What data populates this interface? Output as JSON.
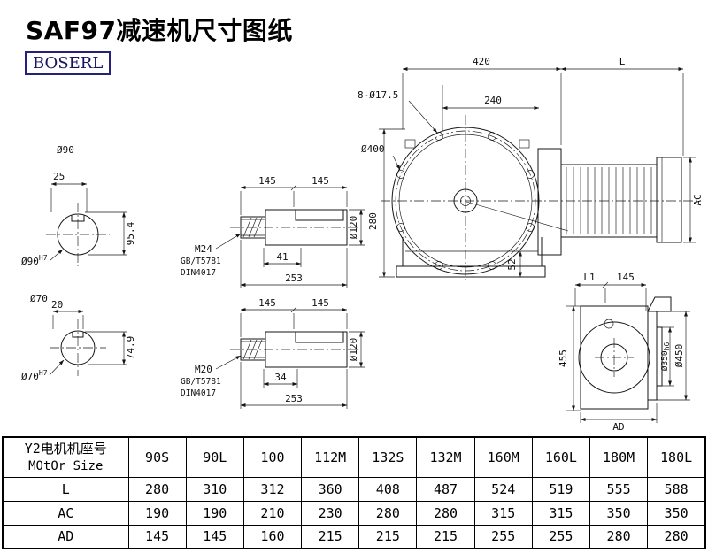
{
  "header": {
    "title": "SAF97减速机尺寸图纸",
    "brand": "BOSERL"
  },
  "sec90": {
    "dia": "Ø90",
    "w": "25",
    "h": "95.4",
    "bore": "Ø90",
    "tol": "H7"
  },
  "sec70": {
    "dia": "Ø70",
    "w": "20",
    "h": "74.9",
    "bore": "Ø70",
    "tol": "H7"
  },
  "shaft1": {
    "a": "145",
    "b": "145",
    "dia": "Ø120",
    "thread": "M24",
    "std1": "GB/T5781",
    "std2": "DIN4017",
    "l1": "41",
    "l2": "253"
  },
  "shaft2": {
    "a": "145",
    "b": "145",
    "dia": "Ø120",
    "thread": "M20",
    "std1": "GB/T5781",
    "std2": "DIN4017",
    "l1": "34",
    "l2": "253"
  },
  "main": {
    "w": "420",
    "L": "L",
    "holes": "8-Ø17.5",
    "c": "240",
    "flange": "Ø400",
    "h": "280",
    "foot": "52",
    "ac": "AC",
    "l1": "L1",
    "p": "145"
  },
  "side": {
    "h": "455",
    "spigot": "Ø350",
    "spigot_tol": "h6",
    "flange": "Ø450",
    "ad": "AD"
  },
  "table": {
    "head1": "Y2电机机座号",
    "head2": "MOtOr Size",
    "cols": [
      "90S",
      "90L",
      "100",
      "112M",
      "132S",
      "132M",
      "160M",
      "160L",
      "180M",
      "180L"
    ],
    "rows": [
      {
        "label": "L",
        "v": [
          "280",
          "310",
          "312",
          "360",
          "408",
          "487",
          "524",
          "519",
          "555",
          "588"
        ]
      },
      {
        "label": "AC",
        "v": [
          "190",
          "190",
          "210",
          "230",
          "280",
          "280",
          "315",
          "315",
          "350",
          "350"
        ]
      },
      {
        "label": "AD",
        "v": [
          "145",
          "145",
          "160",
          "215",
          "215",
          "215",
          "255",
          "255",
          "280",
          "280"
        ]
      }
    ]
  }
}
